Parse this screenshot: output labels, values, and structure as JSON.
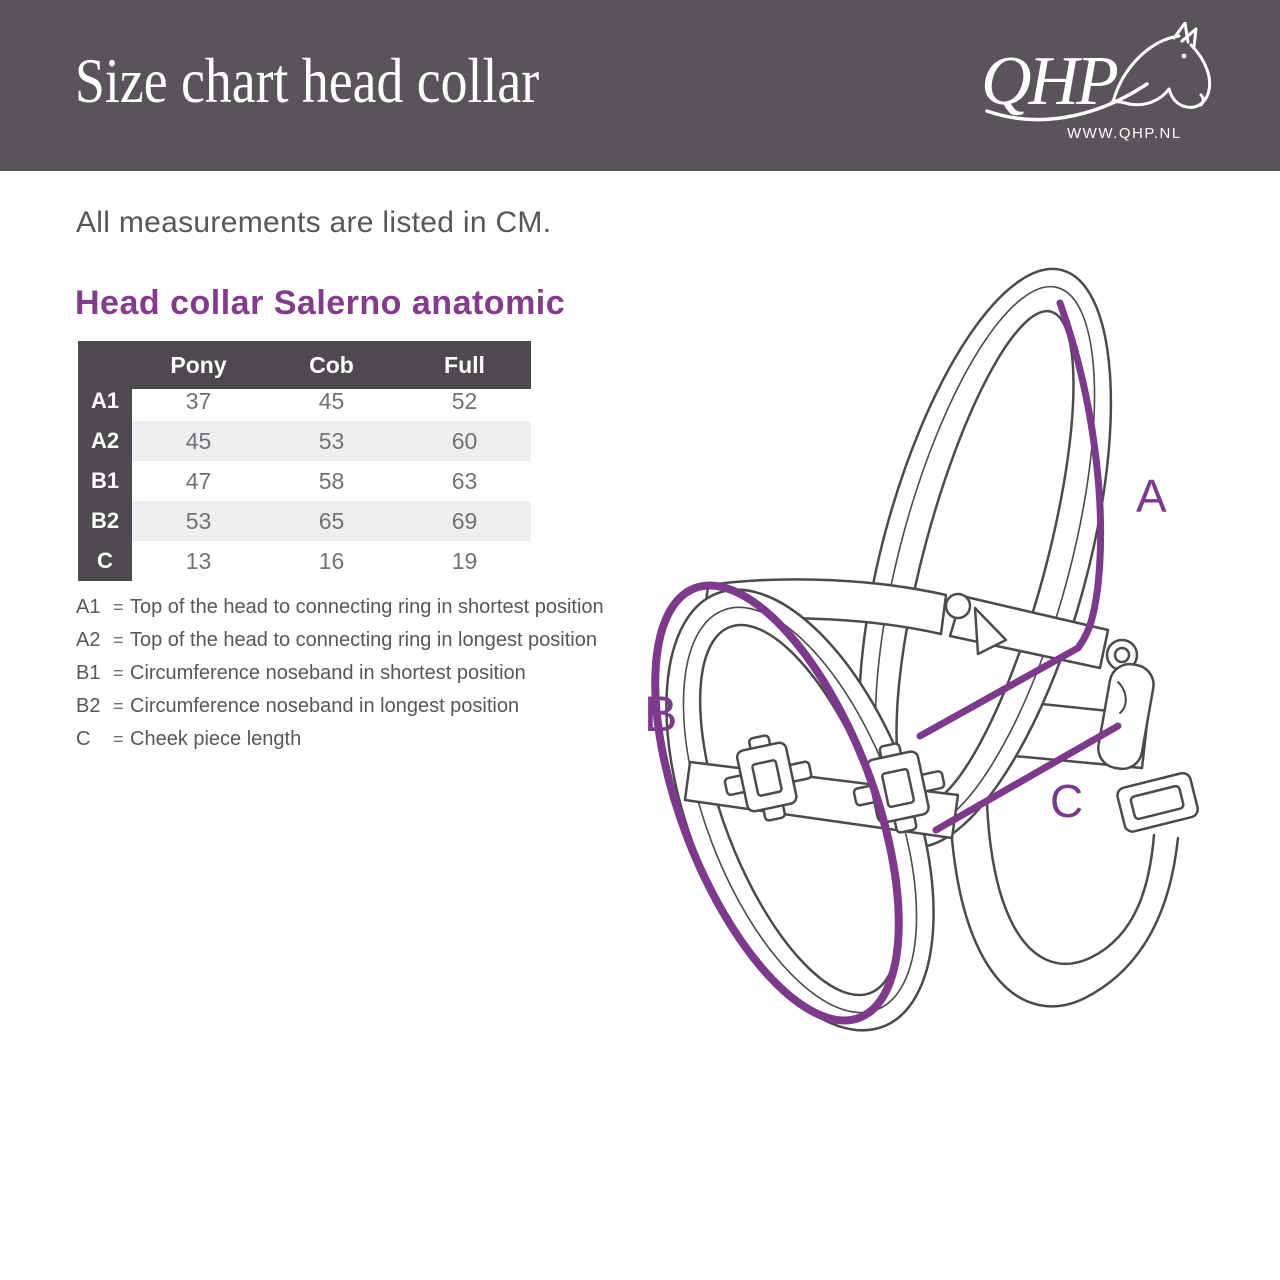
{
  "header": {
    "title": "Size chart head collar",
    "brand": "QHP",
    "brand_url": "WWW.QHP.NL"
  },
  "intro": "All measurements are listed in CM.",
  "product": {
    "title": "Head collar Salerno anatomic"
  },
  "table": {
    "columns": [
      "Pony",
      "Cob",
      "Full"
    ],
    "rows": [
      {
        "label": "A1",
        "values": [
          "37",
          "45",
          "52"
        ]
      },
      {
        "label": "A2",
        "values": [
          "45",
          "53",
          "60"
        ]
      },
      {
        "label": "B1",
        "values": [
          "47",
          "58",
          "63"
        ]
      },
      {
        "label": "B2",
        "values": [
          "53",
          "65",
          "69"
        ]
      },
      {
        "label": "C",
        "values": [
          "13",
          "16",
          "19"
        ]
      }
    ]
  },
  "legend_eq": "=",
  "legend": [
    {
      "key": "A1",
      "desc": "Top of the head to connecting ring in shortest position"
    },
    {
      "key": "A2",
      "desc": "Top of the head to connecting ring in longest position"
    },
    {
      "key": "B1",
      "desc": "Circumference noseband in shortest position"
    },
    {
      "key": "B2",
      "desc": "Circumference noseband in longest position"
    },
    {
      "key": "C",
      "desc": "Cheek piece length"
    }
  ],
  "diagram": {
    "label_a": "A",
    "label_b": "B",
    "label_c": "C"
  },
  "colors": {
    "header_bg": "#585459",
    "table_dark": "#4d494e",
    "row_alt": "#efeff1",
    "purple_measure": "#7d3a8c",
    "purple_heading": "#833c8c",
    "body_text": "#56575a",
    "line_art": "#4b4b4d"
  }
}
